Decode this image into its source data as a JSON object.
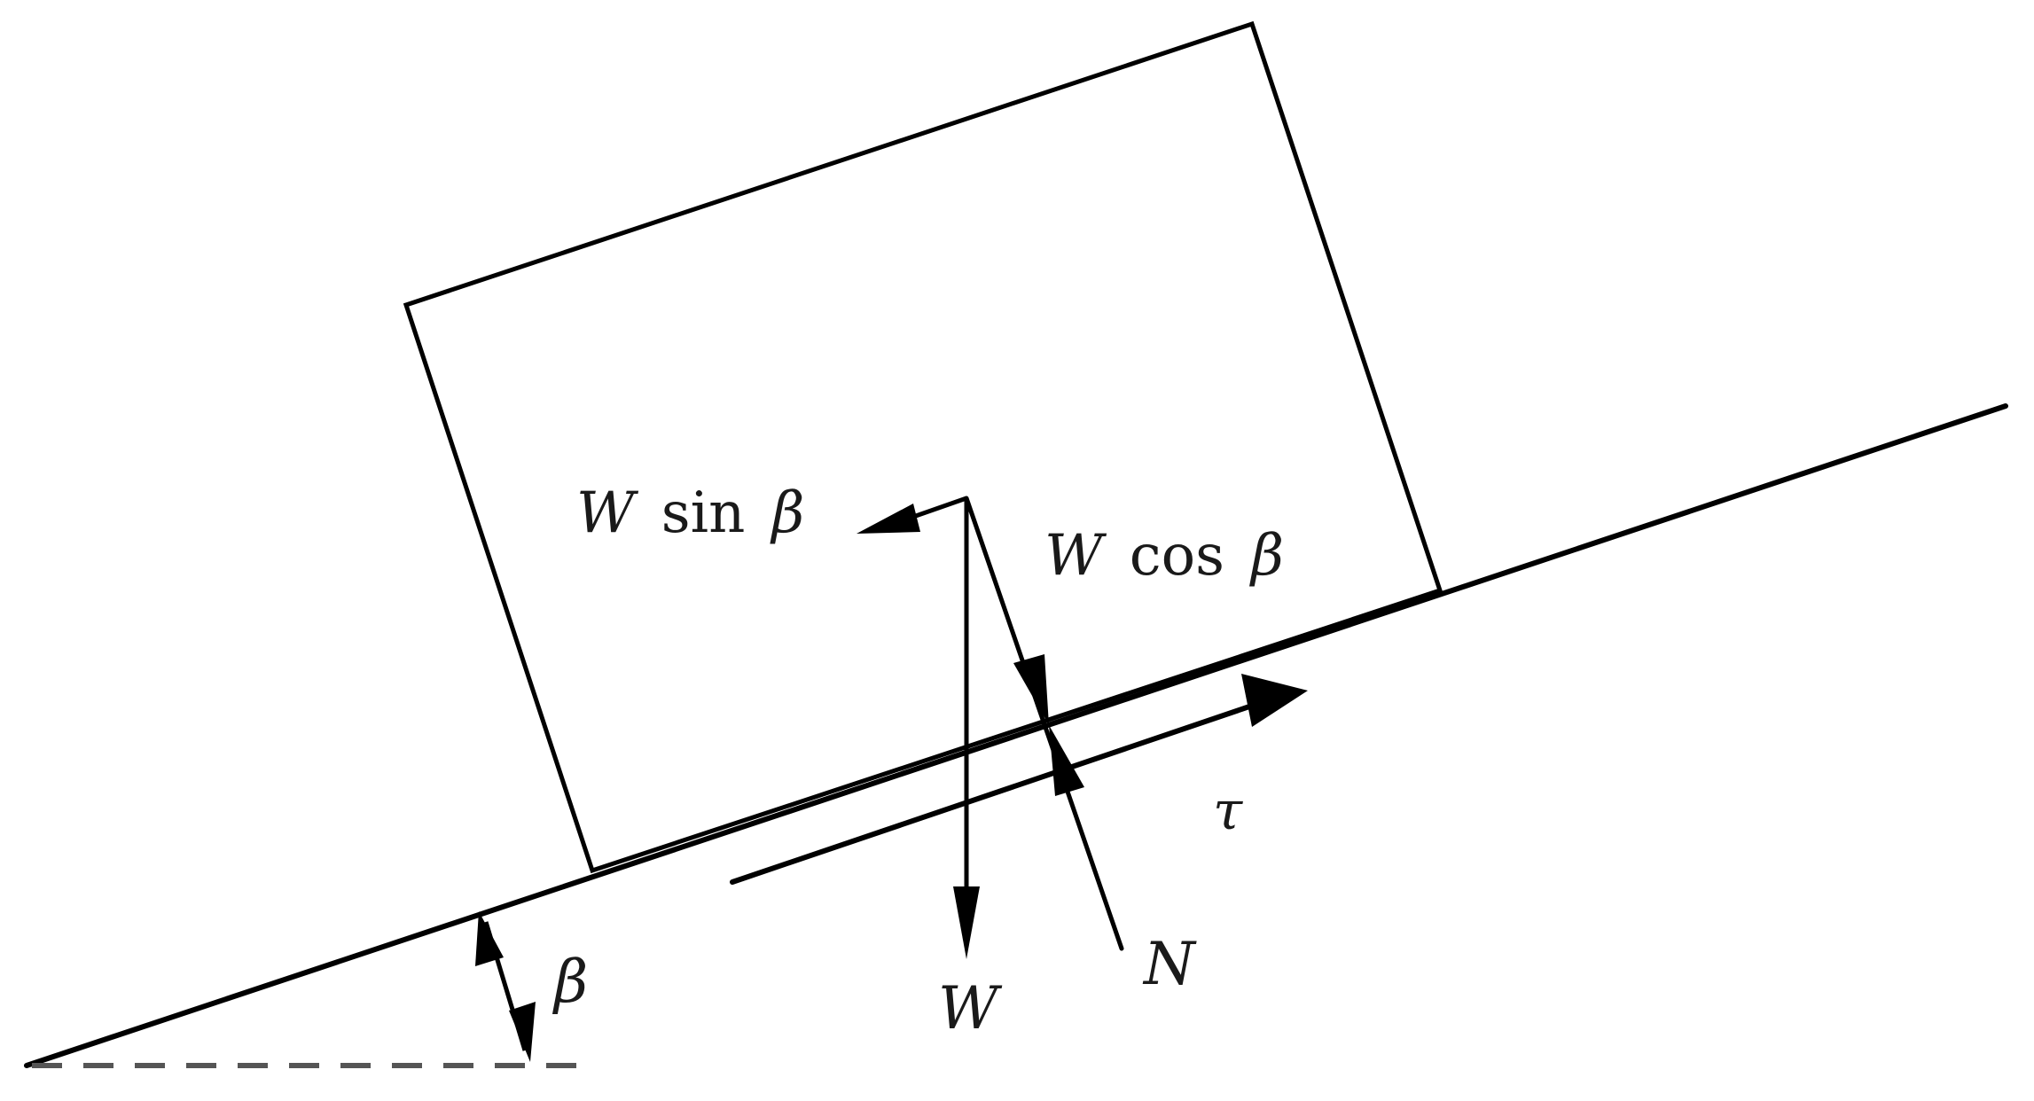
{
  "diagram": {
    "labels": {
      "w_sin_var": "W",
      "w_sin_fn": "sin",
      "w_sin_angle": "β",
      "w_cos_var": "W",
      "w_cos_fn": "cos",
      "w_cos_angle": "β",
      "tau": "τ",
      "weight": "W",
      "normal": "N",
      "angle": "β"
    },
    "colors": {
      "stroke": "#000000",
      "text": "#1a1a1a",
      "background": "#ffffff"
    }
  }
}
